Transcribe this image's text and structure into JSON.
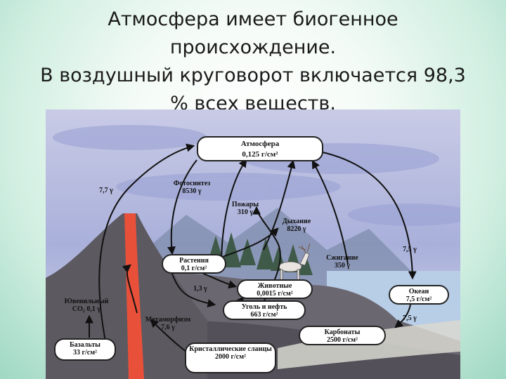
{
  "title": {
    "line1": "Атмосфера имеет биогенное",
    "line2": "происхождение.",
    "line3": "В воздушный круговорот включается 98,3",
    "line4": "% всех веществ."
  },
  "diagram": {
    "nodes": {
      "atmosphere": {
        "name": "Атмосфера",
        "value": "0,125 г/см²"
      },
      "plants": {
        "name": "Растения",
        "value": "0,1 г/см²"
      },
      "animals": {
        "name": "Животные",
        "value": "0,0015 г/см²"
      },
      "coal_oil": {
        "name": "Уголь и нефть",
        "value": "663 г/см²"
      },
      "ocean": {
        "name": "Океан",
        "value": "7,5 г/см²"
      },
      "carbonates": {
        "name": "Карбонаты",
        "value": "2500 г/см²"
      },
      "basalts": {
        "name": "Базальты",
        "value": "33 г/см²"
      },
      "schists": {
        "name": "Кристаллические сланцы",
        "value": "2000 г/см²"
      }
    },
    "labels": {
      "photosynthesis": {
        "name": "Фотосинтез",
        "value": "8530 γ"
      },
      "fires": {
        "name": "Пожары",
        "value": "310 γ"
      },
      "respiration": {
        "name": "Дыхание",
        "value": "8220 γ"
      },
      "combustion": {
        "name": "Сжигание",
        "value": "350 γ"
      },
      "juvenile_co2": {
        "line1": "Ювенильный",
        "line2": "CO₂ 0,1 γ"
      },
      "metamorphism": {
        "name": "Метаморфизм",
        "value": "7,6 γ"
      },
      "flux_volcano": "7,7 γ",
      "flux_plants": "1,3 γ",
      "flux_ocean_in": "7,5 γ",
      "flux_ocean_out": "7,5 γ"
    }
  },
  "colors": {
    "sky": "#b9bfe0",
    "volcano": "#5c5960",
    "lava": "#e8503a",
    "water": "#b8cde6",
    "node_fill": "#ffffff"
  }
}
